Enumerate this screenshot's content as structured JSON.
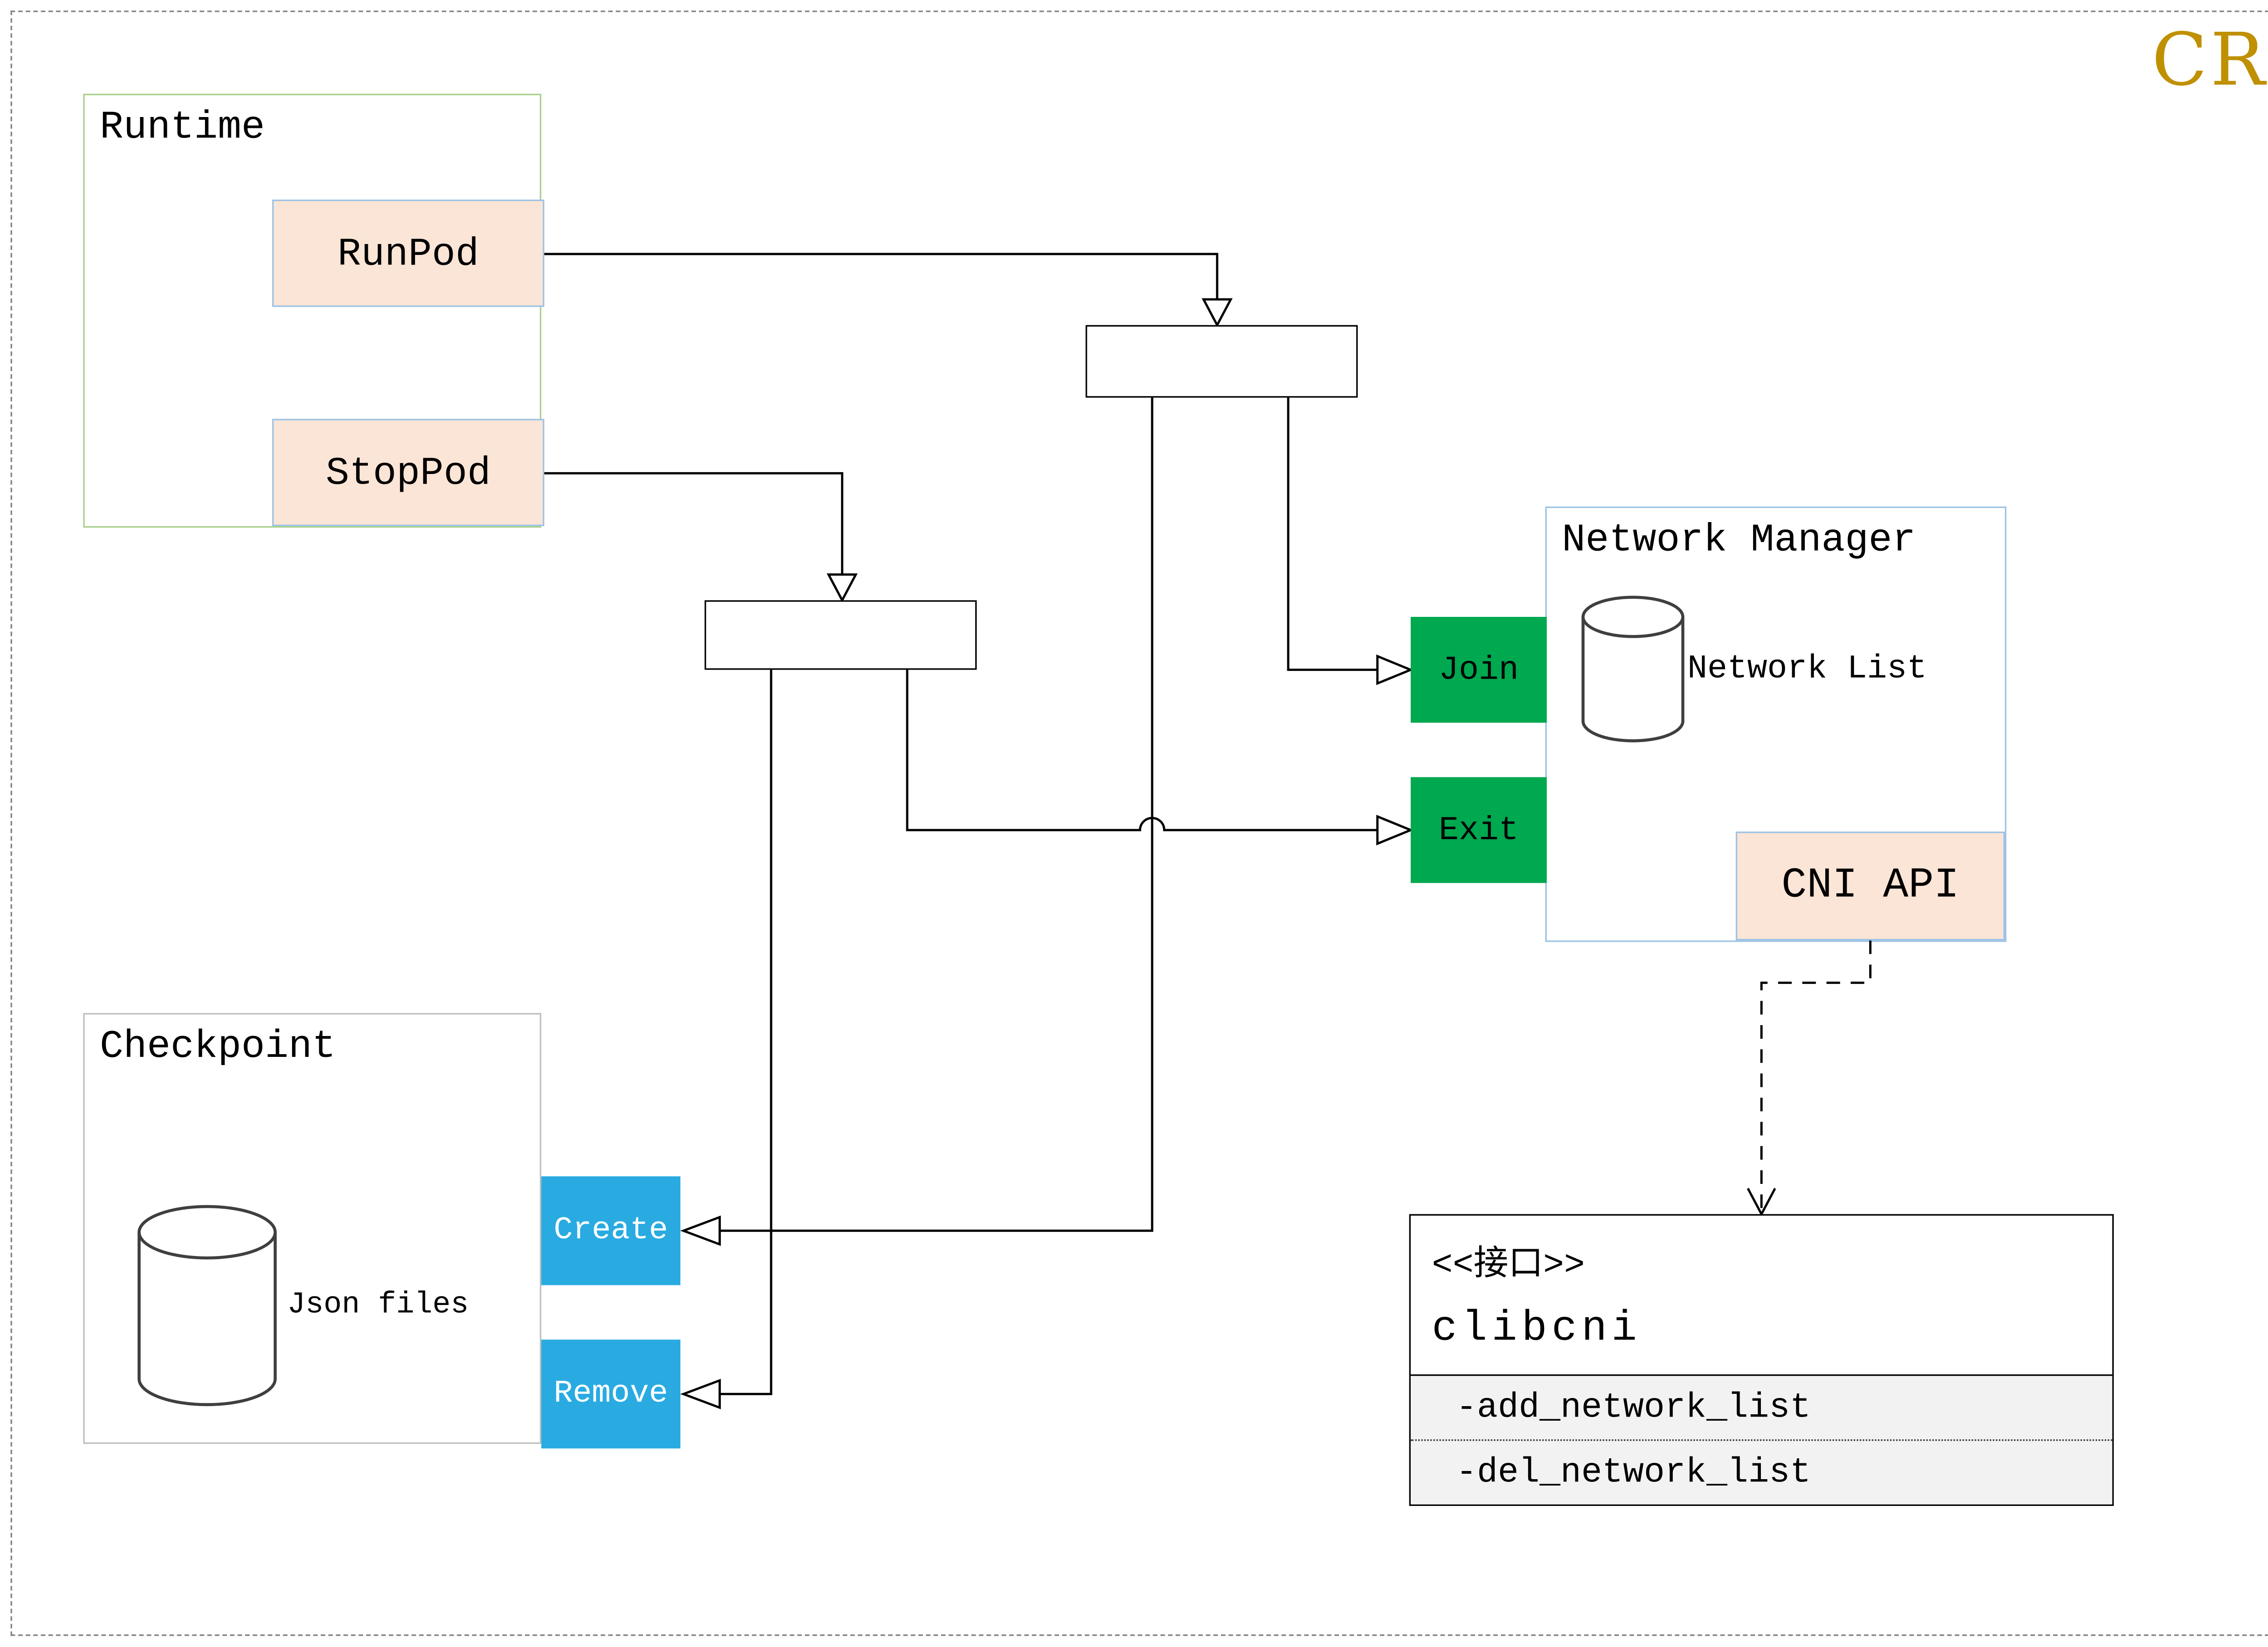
{
  "title": "CRI",
  "groups": {
    "runtime": {
      "label": "Runtime",
      "nodes": [
        "RunPod",
        "StopPod"
      ]
    },
    "network_manager": {
      "label": "Network Manager",
      "database_label": "Network List",
      "nodes": [
        "Join",
        "Exit"
      ],
      "cni_api": "CNI API"
    },
    "checkpoint": {
      "label": "Checkpoint",
      "database_label": "Json files",
      "nodes": [
        "Create",
        "Remove"
      ]
    }
  },
  "interface_box": {
    "stereotype": "<<接口>>",
    "name": "clibcni",
    "methods": [
      "-add_network_list",
      "-del_network_list"
    ]
  },
  "colors": {
    "title_text": "#BF9000",
    "runtime_border": "#A9D18E",
    "network_manager_border": "#9DC3E6",
    "checkpoint_border": "#BFBFBF",
    "action_fill": "#FBE5D6",
    "action_border": "#9DC3E6",
    "join_exit_fill": "#00A84F",
    "create_remove_fill": "#29ABE2",
    "method_row_fill": "#F2F2F2",
    "page_border": "#808080"
  }
}
